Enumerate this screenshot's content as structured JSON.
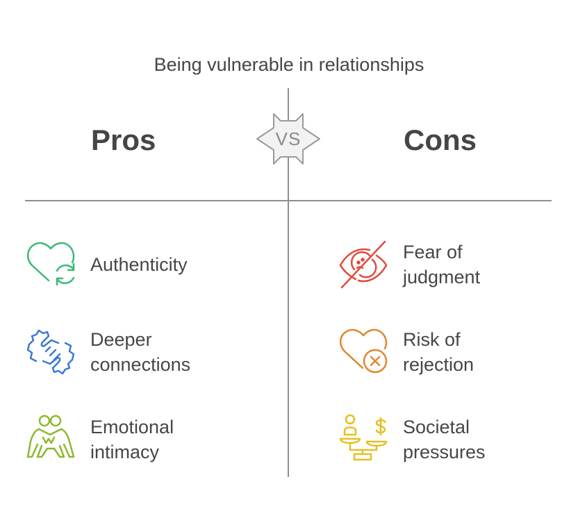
{
  "title": "Being vulnerable in relationships",
  "vs_label": "VS",
  "pros": {
    "heading": "Pros",
    "items": [
      {
        "label_lines": [
          "Authenticity"
        ],
        "icon": "heart-refresh-icon",
        "color": "#3cb878"
      },
      {
        "label_lines": [
          "Deeper",
          "connections"
        ],
        "icon": "handshake-icon",
        "color": "#3a78d8"
      },
      {
        "label_lines": [
          "Emotional",
          "intimacy"
        ],
        "icon": "hugging-people-icon",
        "color": "#8cb82e"
      }
    ]
  },
  "cons": {
    "heading": "Cons",
    "items": [
      {
        "label_lines": [
          "Fear of",
          "judgment"
        ],
        "icon": "eye-slash-icon",
        "color": "#e04a3a"
      },
      {
        "label_lines": [
          "Risk of",
          "rejection"
        ],
        "icon": "heart-x-icon",
        "color": "#e0862e"
      },
      {
        "label_lines": [
          "Societal",
          "pressures"
        ],
        "icon": "scale-person-money-icon",
        "color": "#e6c020"
      }
    ]
  },
  "colors": {
    "divider": "#8e8e8e",
    "text": "#464646"
  }
}
